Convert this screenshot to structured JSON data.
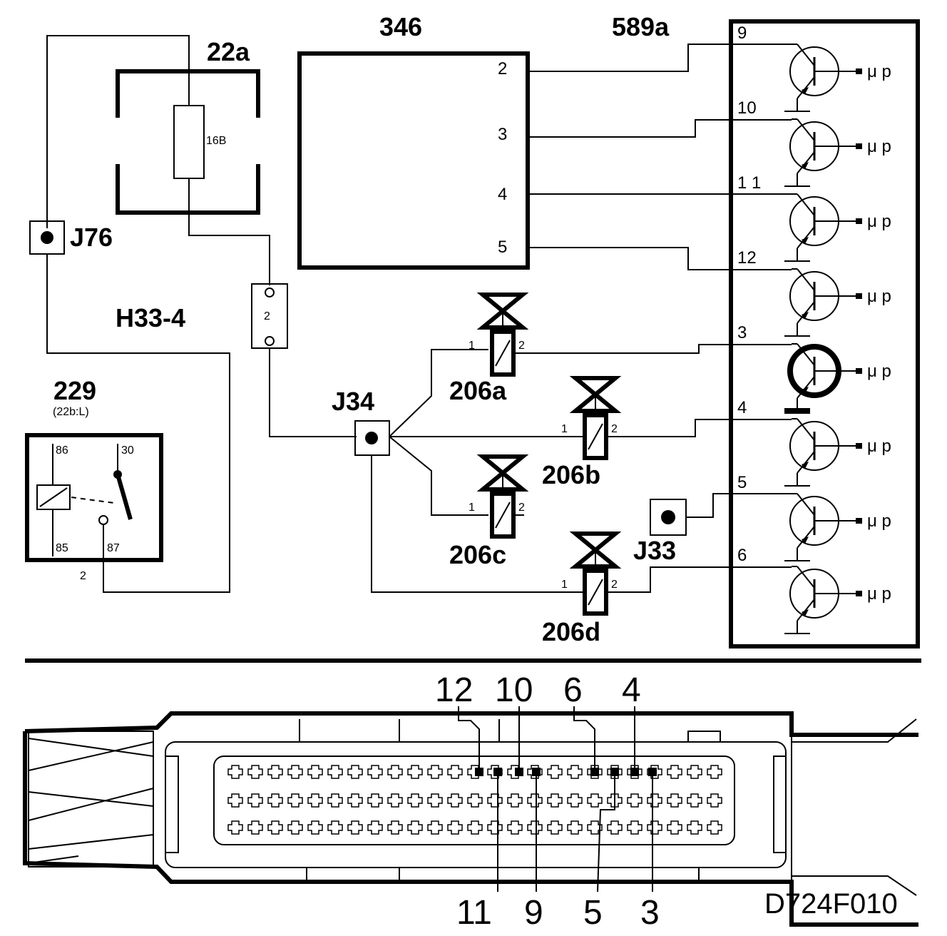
{
  "diagram_id": "D724F010",
  "components": {
    "fuse_box": "22a",
    "fuse_value": "16B",
    "ecu": "346",
    "driver_module": "589a",
    "junction_j76": "J76",
    "junction_j34": "J34",
    "junction_j33": "J33",
    "harness": "H33-4",
    "relay": "229",
    "relay_sub": "(22b:L)",
    "relay_pins": [
      "86",
      "30",
      "85",
      "87"
    ],
    "relay_output_wire": "2",
    "connector_pin": "2"
  },
  "ecu_pins": [
    "2",
    "3",
    "4",
    "5"
  ],
  "driver_pins": [
    "9",
    "10",
    "1 1",
    "12",
    "3",
    "4",
    "5",
    "6"
  ],
  "driver_output": "μ p",
  "valves": [
    {
      "name": "206a",
      "pin1": "1",
      "pin2": "2"
    },
    {
      "name": "206b",
      "pin1": "1",
      "pin2": "2"
    },
    {
      "name": "206c",
      "pin1": "1",
      "pin2": "2"
    },
    {
      "name": "206d",
      "pin1": "1",
      "pin2": "2"
    }
  ],
  "connector_top_pins": [
    "12",
    "10",
    "6",
    "4"
  ],
  "connector_bottom_pins": [
    "11",
    "9",
    "5",
    "3"
  ]
}
